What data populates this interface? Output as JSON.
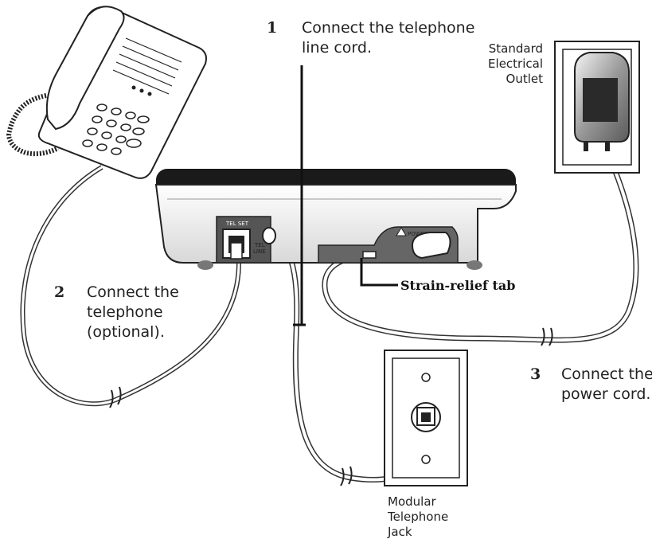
{
  "steps": [
    {
      "number": "1",
      "lines": [
        "Connect the telephone",
        "line cord."
      ]
    },
    {
      "number": "2",
      "lines": [
        "Connect the",
        "telephone",
        "(optional)."
      ]
    },
    {
      "number": "3",
      "lines": [
        "Connect the",
        "power cord."
      ]
    }
  ],
  "labels": {
    "outlet": [
      "Standard",
      "Electrical",
      "Outlet"
    ],
    "jack": [
      "Modular",
      "Telephone",
      "Jack"
    ],
    "strain_relief": "Strain-relief tab",
    "tel_set": "TEL SET",
    "tel_line_1": "TEL",
    "tel_line_2": "LINE",
    "power": "POWER"
  },
  "icons": [
    "telephone-icon",
    "base-unit-icon",
    "power-adapter-icon",
    "wall-outlet-icon",
    "phone-jack-icon",
    "warning-triangle-icon"
  ]
}
